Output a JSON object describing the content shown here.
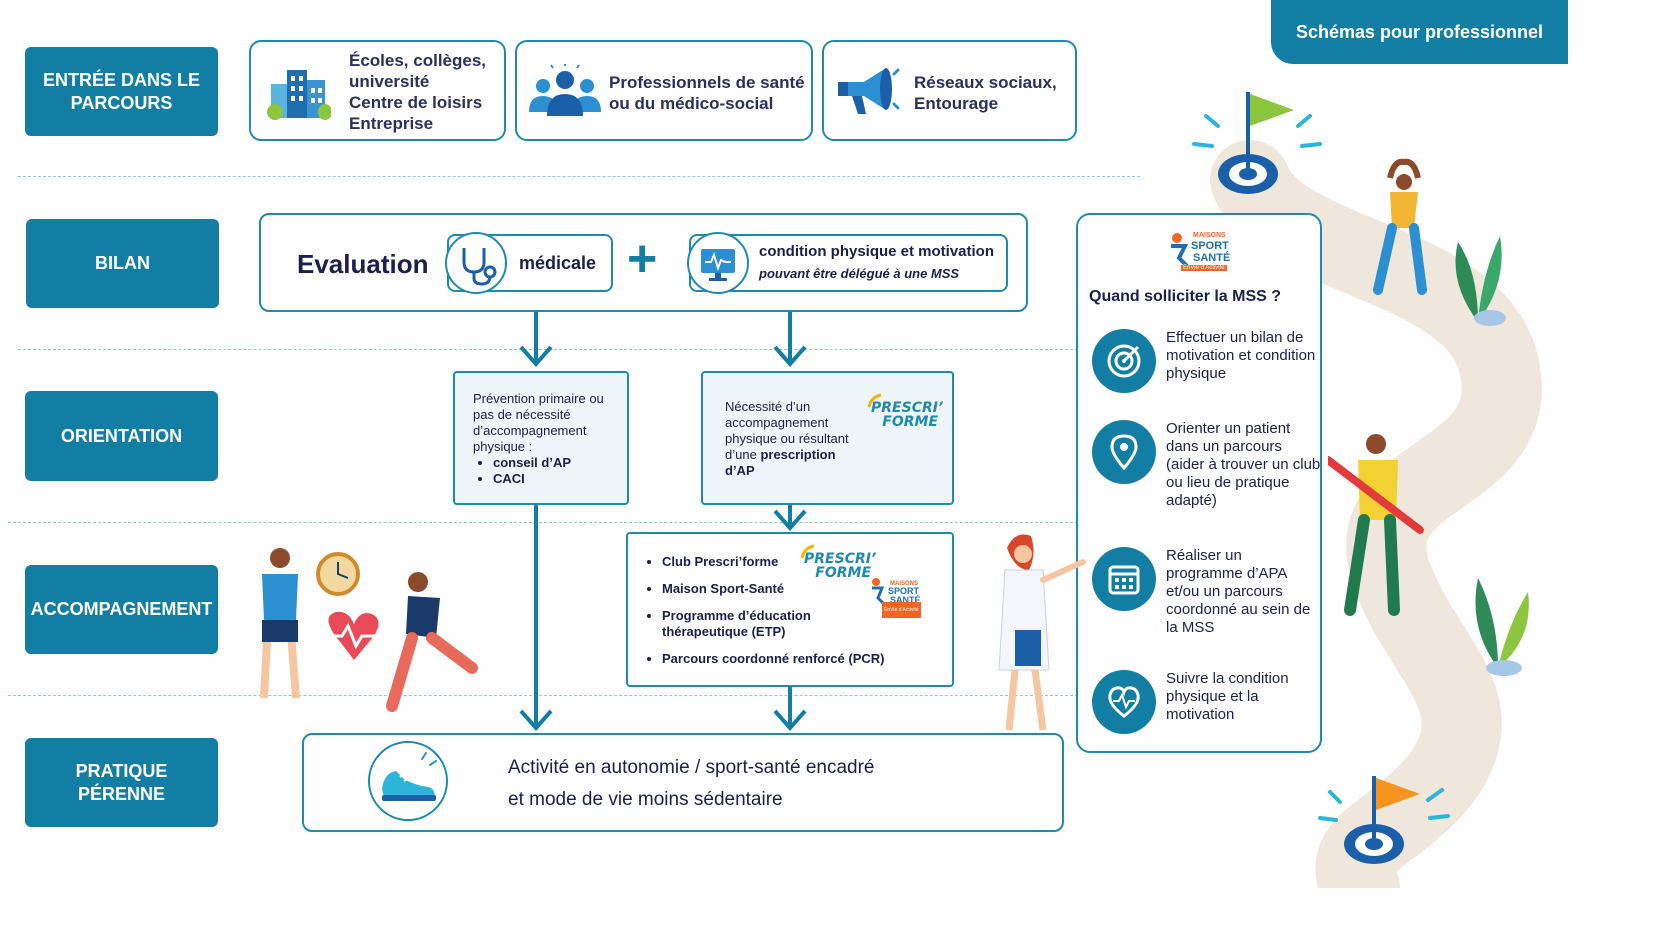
{
  "header_tab": "Schémas pour professionnel",
  "stages": [
    "ENTRÉE DANS LE PARCOURS",
    "BILAN",
    "ORIENTATION",
    "ACCOMPAGNEMENT",
    "PRATIQUE PÉRENNE"
  ],
  "entry_cards": [
    {
      "icon": "city-buildings-icon",
      "lines": [
        "Écoles, collèges,",
        "université",
        "Centre de loisirs",
        "Entreprise"
      ]
    },
    {
      "icon": "people-group-icon",
      "lines": [
        "Professionnels de santé",
        "ou du médico-social"
      ]
    },
    {
      "icon": "megaphone-icon",
      "lines": [
        "Réseaux sociaux,",
        "Entourage"
      ]
    }
  ],
  "bilan": {
    "title": "Evaluation",
    "medicale": "médicale",
    "plus": "+",
    "physical_title": "condition physique et motivation",
    "physical_sub": "pouvant être délégué à une MSS"
  },
  "orientation": {
    "left_intro": "Prévention primaire ou pas de nécessité d’accompagnement physique :",
    "left_items": [
      "conseil d’AP",
      "CACI"
    ],
    "right_text": "Nécessité d’un accompagnement physique ou résultant d’une",
    "right_bold": "prescription d’AP"
  },
  "accompagnement": {
    "items": [
      "Club Prescri’forme",
      "Maison Sport-Santé",
      "Programme d’éducation thérapeutique (ETP)",
      "Parcours coordonné renforcé (PCR)"
    ]
  },
  "pratique": {
    "line1": "Activité en autonomie / sport-santé encadré",
    "line2": "et mode de vie moins sédentaire"
  },
  "logos": {
    "prescri_l1": "PRESCRI’",
    "prescri_l2": "FORME",
    "mss_l1": "MAISONS",
    "mss_l2": "SPORT",
    "mss_l3": "SANTÉ",
    "mss_l4": "EnVie d’Activité"
  },
  "mss_panel": {
    "title": "Quand solliciter la MSS ?",
    "items": [
      {
        "icon": "target-icon",
        "text": "Effectuer un bilan de motivation et condition physique"
      },
      {
        "icon": "map-pin-icon",
        "text": "Orienter un patient dans un parcours (aider à trouver un club ou lieu de pratique adapté)"
      },
      {
        "icon": "calendar-icon",
        "text": "Réaliser un programme d’APA et/ou un parcours coordonné au sein de la MSS"
      },
      {
        "icon": "heart-pulse-icon",
        "text": "Suivre la condition physique et la motivation"
      }
    ]
  },
  "colors": {
    "primary": "#137ea3",
    "navy": "#1a1f4b",
    "light_bg": "#eef5fb",
    "flag_green": "#8cc63f",
    "flag_orange": "#f7941d",
    "path": "#efe6dc"
  }
}
